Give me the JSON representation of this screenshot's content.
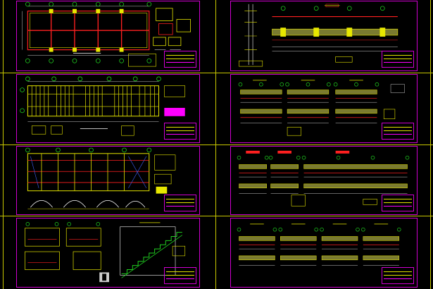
{
  "colors": {
    "background": "#000000",
    "sheet_border": "#d000d0",
    "page_grid": "#c8c800",
    "beam": "#e8e800",
    "bubble": "#20d020",
    "dimension": "#ffffff",
    "rebar": "#ff2020",
    "highlight": "#ff00ff",
    "blue": "#4060ff",
    "cyan": "#00e0e0"
  },
  "icons": [
    "grid-bubble-icon",
    "north-arrow-icon"
  ],
  "sheets": [
    {
      "id": "s1",
      "content": "floor-plan"
    },
    {
      "id": "s2",
      "content": "column-elevation-and-beam-section"
    },
    {
      "id": "s3",
      "content": "roof-framing-plan"
    },
    {
      "id": "s4",
      "content": "beam-elevations"
    },
    {
      "id": "s5",
      "content": "framing-plan-with-sections"
    },
    {
      "id": "s6",
      "content": "beam-elevations"
    },
    {
      "id": "s7",
      "content": "footing-details-and-stair"
    },
    {
      "id": "s8",
      "content": "beam-elevations"
    }
  ]
}
